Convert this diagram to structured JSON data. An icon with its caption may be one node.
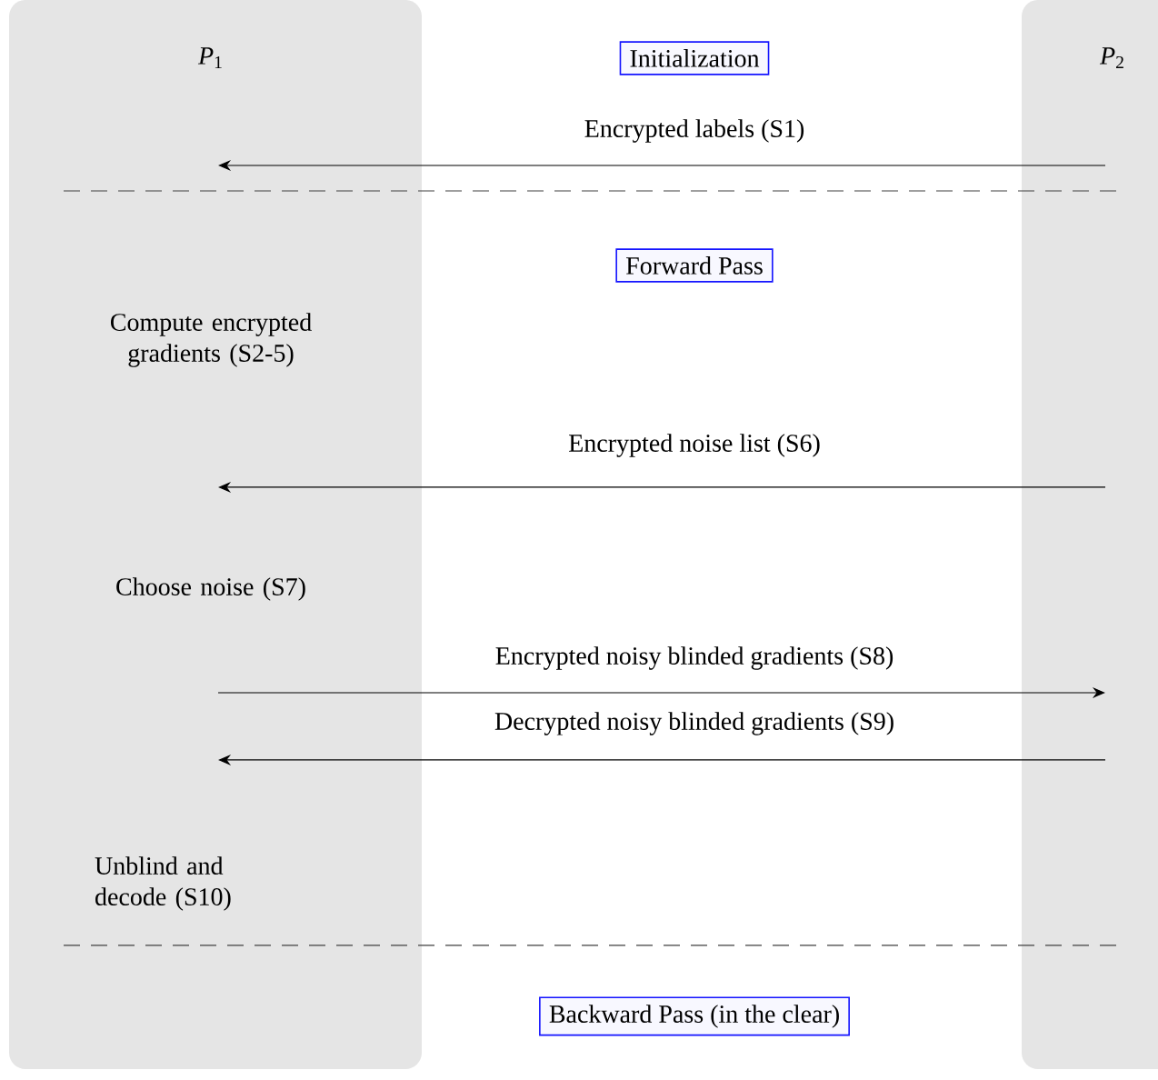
{
  "diagram": {
    "nodes": [
      {
        "text": [
          "*P*$_{1}$"
        ]
      },
      {
        "text": [
          "*P*$_{2}$"
        ]
      },
      {
        "text": [
          "Initialization"
        ]
      },
      {
        "text": [
          "Forward Pass"
        ]
      },
      {
        "text": [
          "Backward Pass (in the clear)"
        ]
      }
    ],
    "edges": [
      {
        "from": 1,
        "to": 0,
        "arrow": "to",
        "label": "Encrypted labels (S1)"
      },
      {
        "from": 1,
        "to": 0,
        "arrow": "to",
        "label": "Encrypted noise list (S6)"
      },
      {
        "from": 0,
        "to": 1,
        "arrow": "to",
        "label": "Encrypted noisy blinded gradients (S8)"
      },
      {
        "from": 1,
        "to": 0,
        "arrow": "to",
        "label": "Decrypted noisy blinded gradients (S9)"
      }
    ],
    "labels": [
      "Compute encrypted gradients (S2-5)",
      "Choose noise (S7)",
      "Unblind and decode (S10)"
    ]
  }
}
